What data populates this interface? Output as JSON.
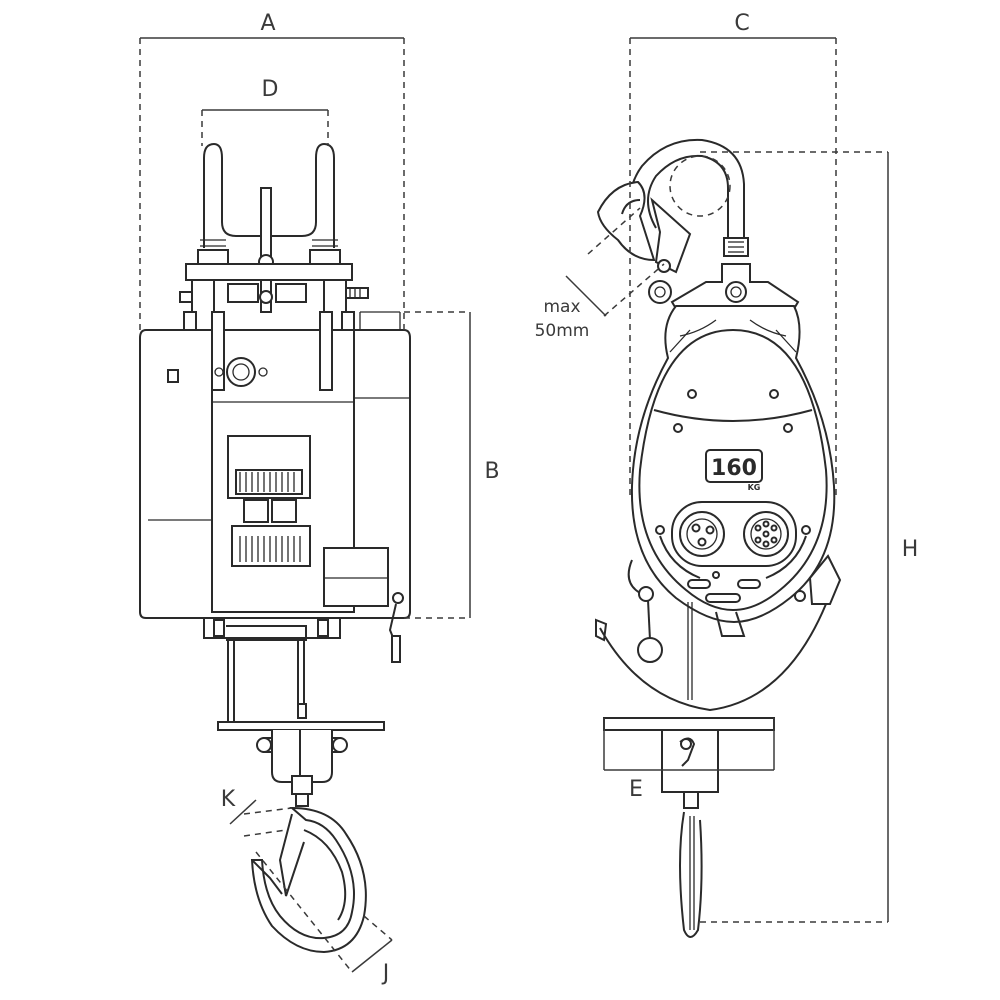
{
  "dimension_labels": {
    "a": "A",
    "b": "B",
    "c": "C",
    "d": "D",
    "e": "E",
    "h": "H",
    "j": "J",
    "k": "K"
  },
  "clearance_note": {
    "line1": "max",
    "line2": "50mm"
  },
  "capacity_badge": {
    "value": "160",
    "unit": "KG"
  },
  "colors": {
    "line": "#2a2a2a",
    "dimension": "#3a3a3a",
    "background": "#ffffff"
  }
}
